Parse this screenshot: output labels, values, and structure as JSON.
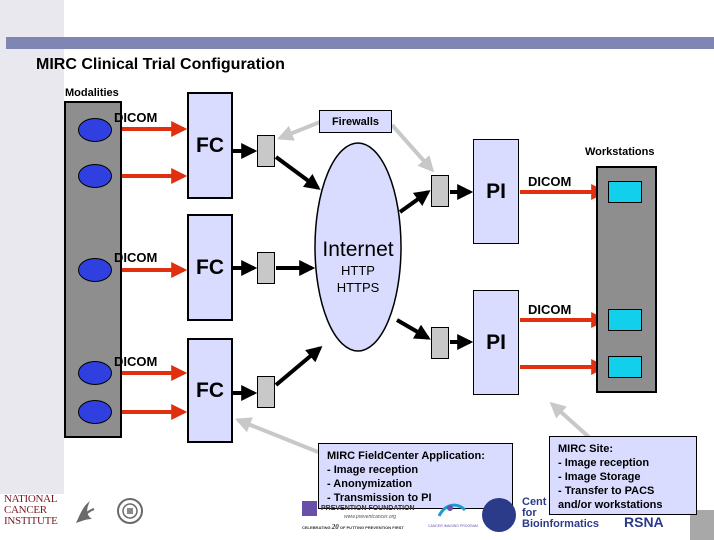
{
  "title": "MIRC Clinical Trial Configuration",
  "labels": {
    "modalities": "Modalities",
    "workstations": "Workstations",
    "firewalls": "Firewalls",
    "dicom_fc1": "DICOM",
    "dicom_fc2": "DICOM",
    "dicom_fc3": "DICOM",
    "dicom_pi1": "DICOM",
    "dicom_pi2": "DICOM"
  },
  "nodes": {
    "fc1": "FC",
    "fc2": "FC",
    "fc3": "FC",
    "pi1": "PI",
    "pi2": "PI"
  },
  "internet": {
    "title": "Internet",
    "protocols": [
      "HTTP",
      "HTTPS"
    ]
  },
  "callouts": {
    "fieldcenter": {
      "title": "MIRC FieldCenter Application:",
      "items": [
        "- Image reception",
        "- Anonymization",
        "- Transmission to PI"
      ]
    },
    "site": {
      "title": "MIRC Site:",
      "items": [
        "- Image reception",
        "- Image Storage",
        "- Transfer to PACS",
        "and/or workstations"
      ]
    }
  },
  "footer": {
    "nci_line1": "NATIONAL",
    "nci_line2": "CANCER",
    "nci_line3": "INSTITUTE",
    "prevention_foundation": "PREVENTION FOUNDATION",
    "prevention_url": "www.preventcancer.org",
    "prevention_tagline_a": "CELEBRATING",
    "prevention_tagline_b": "20",
    "prevention_tagline_c": "OF PUTTING PREVENTION FIRST",
    "imaging_program": "CANCER IMAGING PROGRAM",
    "cb_line1": "Cent",
    "cb_line2": "for",
    "cb_line3": "Bioinformatics",
    "rsna": "RSNA"
  },
  "colors": {
    "band": "#7f86b3",
    "node_fill": "#d9dcff",
    "modality_fill": "#3040e0",
    "workstation_fill": "#12d0ec",
    "dicom_arrow": "#e03010",
    "panel_gray": "#8e8e8e",
    "callout_pointer": "#c8c8c8"
  }
}
